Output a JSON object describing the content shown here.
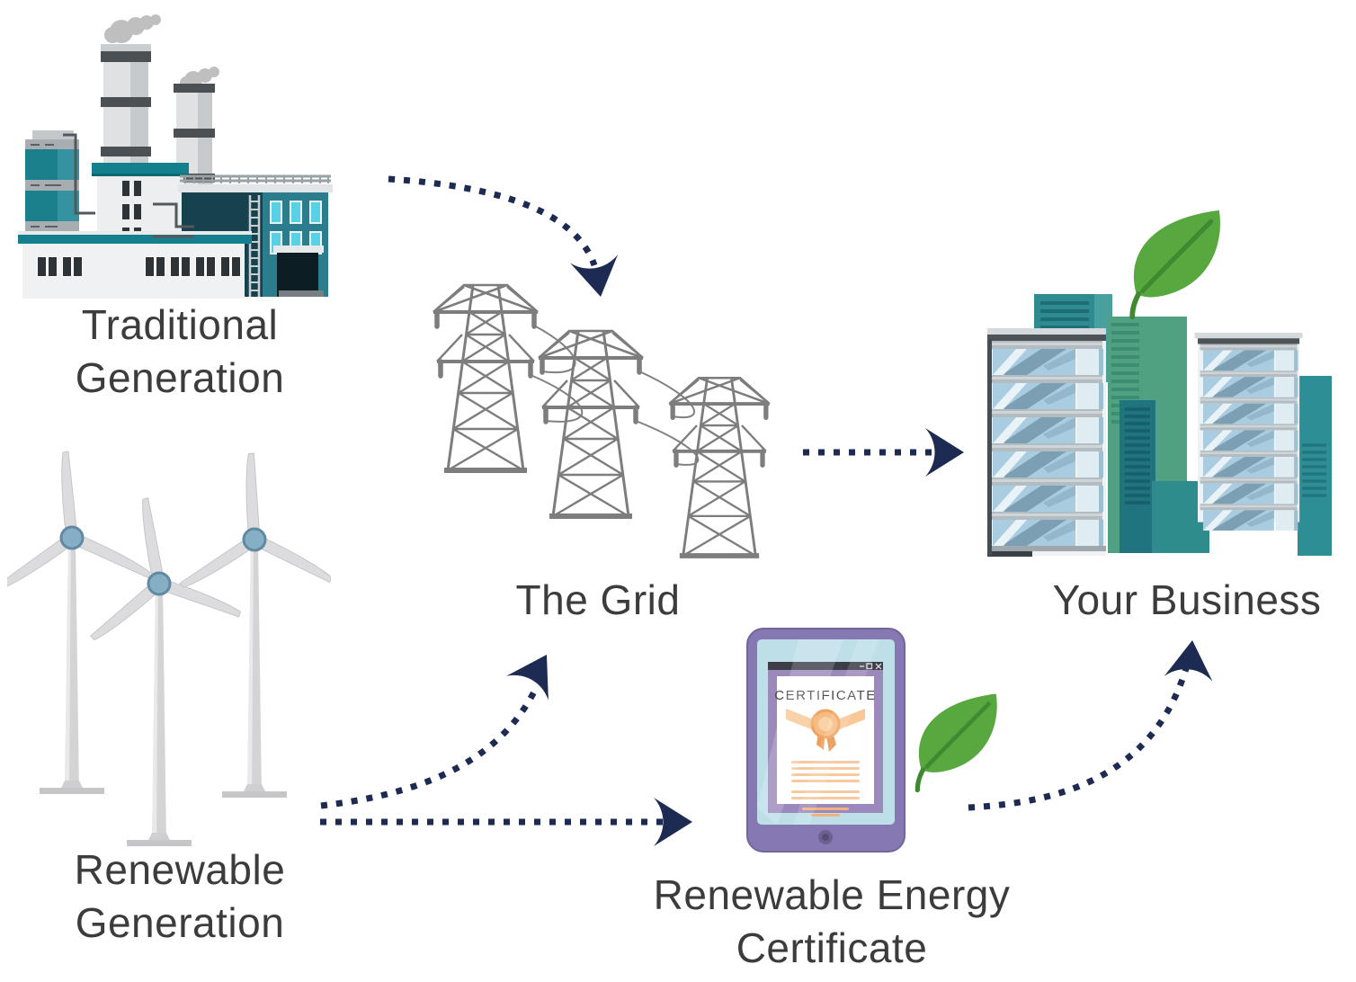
{
  "nodes": [
    {
      "id": "traditional-generation",
      "label": "Traditional Generation",
      "illustration": "factory-power-plant-illustration"
    },
    {
      "id": "renewable-generation",
      "label": "Renewable Generation",
      "illustration": "wind-turbines-illustration"
    },
    {
      "id": "the-grid",
      "label": "The Grid",
      "illustration": "transmission-towers-illustration"
    },
    {
      "id": "your-business",
      "label": "Your Business",
      "illustration": "city-buildings-illustration",
      "badge": "leaf-icon"
    },
    {
      "id": "renewable-energy-certificate",
      "label": "Renewable Energy Certificate",
      "illustration": "certificate-tablet-illustration",
      "badge": "leaf-icon"
    }
  ],
  "certificate": {
    "title": "CERTIFICATE",
    "window_controls": [
      "minimize-icon",
      "restore-icon",
      "close-icon"
    ]
  },
  "arrows": [
    {
      "from": "traditional-generation",
      "to": "the-grid",
      "style": "dotted-curved"
    },
    {
      "from": "the-grid",
      "to": "your-business",
      "style": "dotted-straight"
    },
    {
      "from": "renewable-generation",
      "to": "the-grid",
      "style": "dotted-curved"
    },
    {
      "from": "renewable-generation",
      "to": "renewable-energy-certificate",
      "style": "dotted-straight"
    },
    {
      "from": "renewable-energy-certificate",
      "to": "your-business",
      "style": "dotted-curved"
    }
  ],
  "icons": {
    "leaf-icon": "green leaf with stem",
    "smoke-icon": "gray smoke puffs",
    "minimize-icon": "dash",
    "restore-icon": "small square",
    "close-icon": "x cross",
    "medal-ribbon-icon": "orange rosette with ribbon tails",
    "home-button-icon": "round tablet home button"
  },
  "colors": {
    "arrow_navy": "#1d2a52",
    "label_text": "#3c3c3c",
    "factory_teal": "#14808d",
    "factory_dark_teal": "#16424e",
    "factory_facade_teal": "#2b7d8e",
    "window_cyan": "#58d0e5",
    "leaf_green": "#57a83f",
    "leaf_vein_green": "#3f8a31",
    "tower_gray": "#7d7d7d",
    "turbine_gray": "#d9dadb",
    "turbine_hub_blue": "#86aec4",
    "tablet_purple": "#8678b2",
    "tablet_panel_purple": "#9c89bc",
    "tablet_screen_blue": "#bedfe8",
    "certificate_orange": "#f6bb82",
    "glass_window_blue": "#a9cce0",
    "glass_slate_blue": "#7d9fb3",
    "building_green": "#4fa182",
    "building_teal": "#2e8e95",
    "building_dark_teal": "#20747f"
  }
}
